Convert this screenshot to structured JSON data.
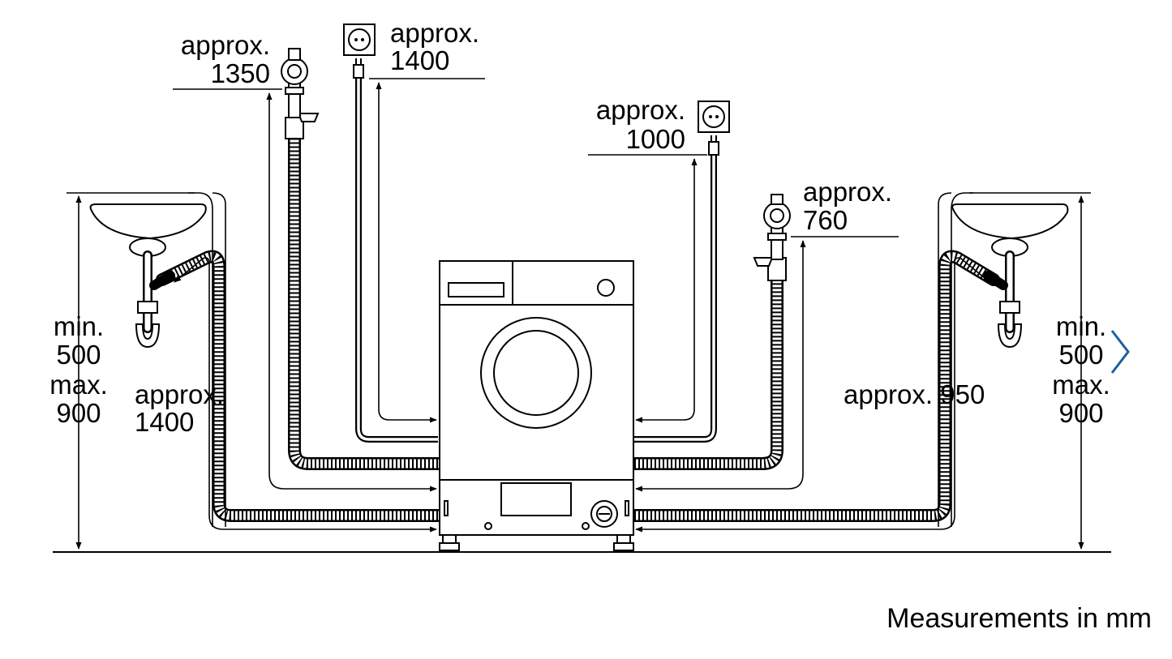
{
  "labels": {
    "tap_left_line1": "approx.",
    "tap_left_line2": "1350",
    "socket_left_line1": "approx.",
    "socket_left_line2": "1400",
    "socket_right_line1": "approx.",
    "socket_right_line2": "1000",
    "tap_right_line1": "approx.",
    "tap_right_line2": "760",
    "sink_left_line1": "min.",
    "sink_left_line2": "500",
    "sink_left_line3": "max.",
    "sink_left_line4": "900",
    "hose_left_line1": "approx.",
    "hose_left_line2": "1400",
    "hose_right": "approx. 950",
    "sink_right_line1": "min.",
    "sink_right_line2": "500",
    "sink_right_line3": "max.",
    "sink_right_line4": "900"
  },
  "footer": "Measurements in mm",
  "icons": {
    "next": "chevron-right-icon"
  },
  "colors": {
    "line": "#000000",
    "background": "#ffffff",
    "nav_chevron": "#1f5f9a"
  }
}
